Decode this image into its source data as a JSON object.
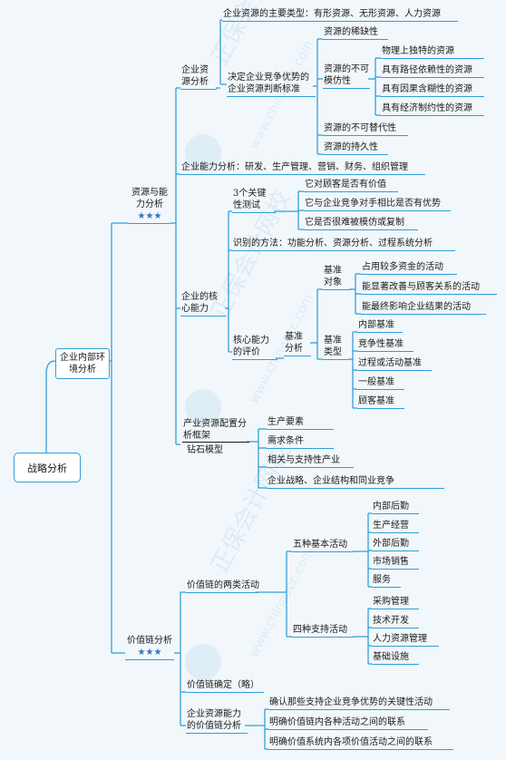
{
  "root": "战略分析",
  "l1": "企业内部环境分析",
  "resource": {
    "title": "资源与能力分析",
    "stars": "★★★"
  },
  "enterprise_resources": "企业资源分析",
  "main_types": "企业资源的主要类型：有形资源、无形资源、人力资源",
  "criteria": "决定企业竞争优势的企业资源判断标准",
  "scarcity": "资源的稀缺性",
  "inimitable": "资源的不可模仿性",
  "inimitable_items": [
    "物理上独特的资源",
    "具有路径依赖性的资源",
    "具有因果含糊性的资源",
    "具有经济制约性的资源"
  ],
  "non_substitutable": "资源的不可替代性",
  "durability": "资源的持久性",
  "capability": "企业能力分析：研发、生产管理、营销、财务、组织管理",
  "core": "企业的核心能力",
  "three_tests": "3个关键性测试",
  "test_items": [
    "它对顾客是否有价值",
    "它与企业竞争对手相比是否有优势",
    "它是否很难被模仿或复制"
  ],
  "identify": "识别的方法：功能分析、资源分析、过程系统分析",
  "core_eval": "核心能力的评价",
  "benchmark": "基准分析",
  "bench_object": "基准对象",
  "object_items": [
    "占用较多资金的活动",
    "能显著改善与顾客关系的活动",
    "能最终影响企业结果的活动"
  ],
  "bench_type": "基准类型",
  "type_items": [
    "内部基准",
    "竞争性基准",
    "过程或活动基准",
    "一般基准",
    "顾客基准"
  ],
  "diamond_label_top": "产业资源配置分析框架",
  "diamond_label_bottom": "钻石模型",
  "diamond_items": [
    "生产要素",
    "需求条件",
    "相关与支持性产业",
    "企业战略、企业结构和同业竞争"
  ],
  "value_chain": {
    "title": "价值链分析",
    "stars": "★★★"
  },
  "two_types": "价值链的两类活动",
  "five_basic": "五种基本活动",
  "basic_items": [
    "内部后勤",
    "生产经营",
    "外部后勤",
    "市场销售",
    "服务"
  ],
  "four_support": "四种支持活动",
  "support_items": [
    "采购管理",
    "技术开发",
    "人力资源管理",
    "基础设施"
  ],
  "vc_determine": "价值链确定（略）",
  "vc_analysis": "企业资源能力的价值链分析",
  "analysis_items": [
    "确认那些支持企业竞争优势的关键性活动",
    "明确价值链内各种活动之间的联系",
    "明确价值系统内各项价值活动之间的联系"
  ],
  "watermark": "正保会计网校",
  "watermark_url": "www.chinaacc.com",
  "colors": {
    "line": "#2f9fd8",
    "background": "#f2f7fb",
    "stars": "#2b78c2"
  }
}
